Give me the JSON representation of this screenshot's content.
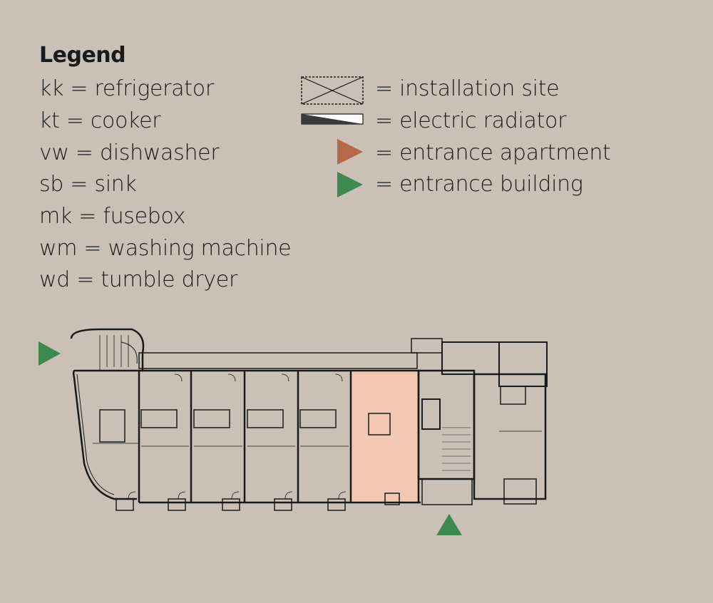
{
  "legend": {
    "title": "Legend",
    "abbreviations": [
      "kk = refrigerator",
      "kt = cooker",
      "vw = dishwasher",
      "sb = sink",
      "mk = fusebox",
      "wm = washing machine",
      "wd = tumble dryer"
    ],
    "symbols": [
      {
        "icon": "installation-site-icon",
        "label": "= installation site"
      },
      {
        "icon": "electric-radiator-icon",
        "label": "= electric radiator"
      },
      {
        "icon": "entrance-apartment-icon",
        "label": "= entrance apartment",
        "color": "#b5684a"
      },
      {
        "icon": "entrance-building-icon",
        "label": "= entrance building",
        "color": "#3e8a4e"
      }
    ]
  },
  "colors": {
    "background": "#cbc0b6",
    "highlighted_apartment": "#f1c8b2",
    "wall": "#1a1a1a",
    "entrance_apartment": "#b5684a",
    "entrance_building": "#3e8a4e"
  }
}
